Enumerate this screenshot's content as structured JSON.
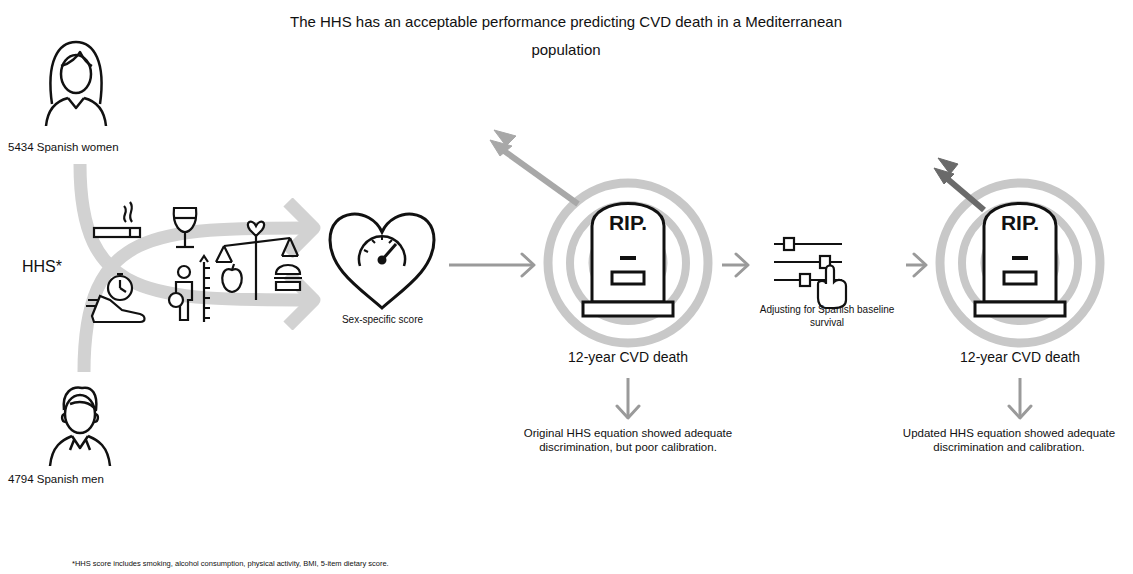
{
  "diagram": {
    "title": "The HHS has an acceptable performance predicting CVD death in a Mediterranean population",
    "caption": "*HHS score includes smoking, alcohol consumption, physical activity, BMI, 5-item dietary score.",
    "nodes": [
      {
        "text": [
          "5434 Spanish women"
        ]
      },
      {
        "text": [
          "4794 Spanish men"
        ]
      },
      {
        "text": [
          "Sex-specific score"
        ]
      },
      {
        "text": [
          "RIP.",
          "12-year CVD death"
        ]
      },
      {
        "text": [
          "Adjusting for Spanish baseline survival"
        ]
      },
      {
        "text": [
          "RIP.",
          "12-year CVD death"
        ]
      },
      {
        "text": [
          "Original HHS equation showed adequate discrimination, but poor calibration."
        ]
      },
      {
        "text": [
          "Updated HHS equation showed adequate discrimination and calibration."
        ]
      }
    ],
    "edges": [
      {
        "from": 0,
        "to": 2,
        "arrow": "to"
      },
      {
        "from": 1,
        "to": 2,
        "arrow": "to"
      },
      {
        "from": 2,
        "to": 3,
        "arrow": "to"
      },
      {
        "from": 3,
        "to": 4,
        "arrow": "to"
      },
      {
        "from": 4,
        "to": 5,
        "arrow": "to"
      },
      {
        "from": 3,
        "to": 6,
        "arrow": "to"
      },
      {
        "from": 5,
        "to": 7,
        "arrow": "to"
      }
    ],
    "labels": [
      "HHS*"
    ]
  }
}
